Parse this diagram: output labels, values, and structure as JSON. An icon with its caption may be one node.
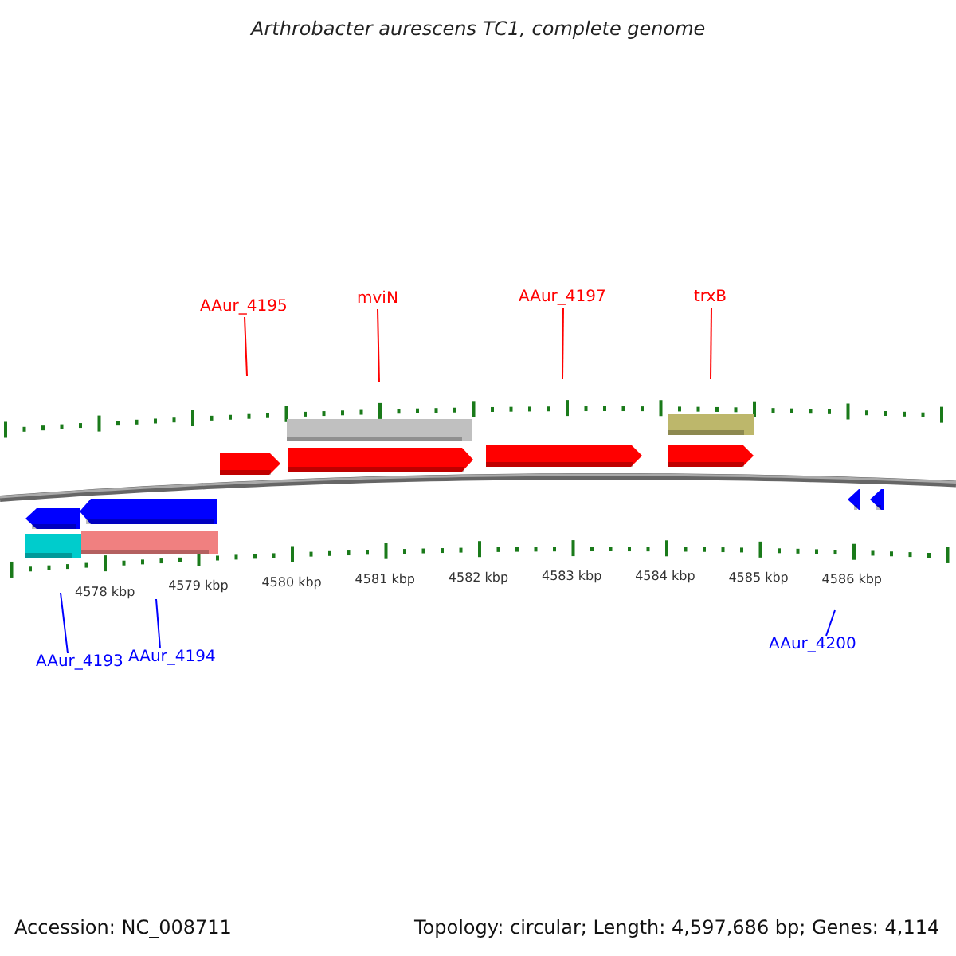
{
  "diagram": {
    "title": "Arthrobacter aurescens TC1, complete genome",
    "nodes": [
      {
        "text": [
          "AAur_4195"
        ]
      },
      {
        "text": [
          "mviN"
        ]
      },
      {
        "text": [
          "AAur_4197"
        ]
      },
      {
        "text": [
          "trxB"
        ]
      },
      {
        "text": [
          "AAur_4193"
        ]
      },
      {
        "text": [
          "AAur_4194"
        ]
      },
      {
        "text": [
          "AAur_4200"
        ]
      }
    ],
    "edges": [
      {
        "from": 0,
        "to": null,
        "arrow": "none"
      },
      {
        "from": 1,
        "to": null,
        "arrow": "none"
      },
      {
        "from": 2,
        "to": null,
        "arrow": "none"
      },
      {
        "from": 3,
        "to": null,
        "arrow": "none"
      },
      {
        "from": 4,
        "to": null,
        "arrow": "none",
        "color": "#0000ff"
      },
      {
        "from": 5,
        "to": null,
        "arrow": "none",
        "color": "#0000ff"
      },
      {
        "from": 6,
        "to": null,
        "arrow": "none",
        "color": "#0000ff"
      }
    ],
    "labels": [
      "4578 kbp",
      "4579 kbp",
      "4580 kbp",
      "4581 kbp",
      "4582 kbp",
      "4583 kbp",
      "4584 kbp",
      "4585 kbp",
      "4586 kbp",
      "Accession: NC_008711",
      "Topology: circular; Length: 4,597,686 bp; Genes: 4,114"
    ]
  }
}
